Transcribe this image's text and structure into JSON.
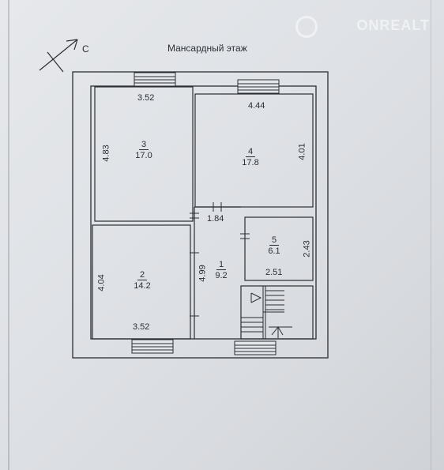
{
  "title": "Мансардный этаж",
  "compass_letter": "С",
  "watermark_text": "ONREALT",
  "rooms": [
    {
      "number": "1",
      "area": "9.2"
    },
    {
      "number": "2",
      "area": "14.2"
    },
    {
      "number": "3",
      "area": "17.0"
    },
    {
      "number": "4",
      "area": "17.8"
    },
    {
      "number": "5",
      "area": "6.1"
    }
  ],
  "dimensions": {
    "room3_top": "3.52",
    "room3_side": "4.83",
    "room4_top": "4.44",
    "room4_side": "4.01",
    "hall_width": "1.84",
    "hall_side": "4.99",
    "room5_side": "2.43",
    "room5_bottom": "2.51",
    "room2_side": "4.04",
    "room2_bottom": "3.52"
  },
  "colors": {
    "ink": "#2b2e34",
    "paper": "#e2e5e8"
  }
}
